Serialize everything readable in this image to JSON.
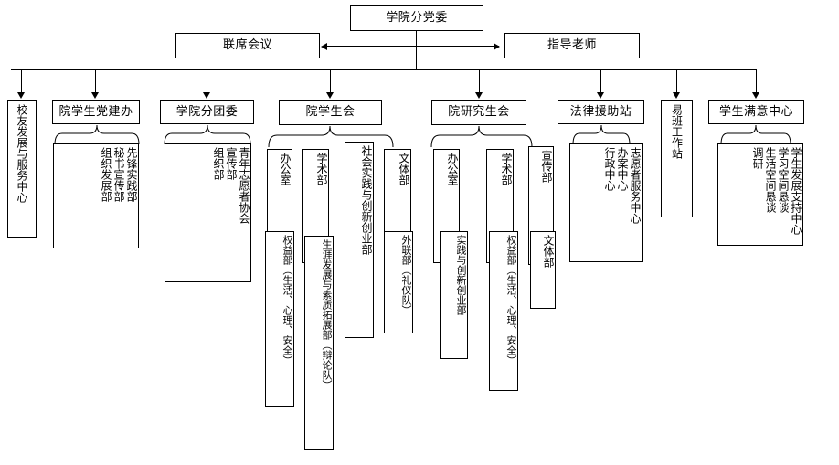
{
  "diagram": {
    "title": "学院分党委",
    "root": {
      "label": "学院分党委"
    },
    "peers": [
      {
        "id": "joint-meeting",
        "label": "联席会议"
      },
      {
        "id": "advisor",
        "label": "指导老师"
      }
    ],
    "connector": {
      "type": "double-arrow",
      "from": "联席会议",
      "to": "指导老师"
    },
    "units": [
      {
        "id": "alumni-center",
        "label": "校友发展与服务中心",
        "orientation": "vertical",
        "children": []
      },
      {
        "id": "party-building-office",
        "label": "院学生党建办",
        "orientation": "horizontal",
        "children": [
          {
            "label": "先锋实践部"
          },
          {
            "label": "秘书宣传部"
          },
          {
            "label": "组织发展部"
          }
        ]
      },
      {
        "id": "youth-league-committee",
        "label": "学院分团委",
        "orientation": "horizontal",
        "children": [
          {
            "label": "青年志愿者协会"
          },
          {
            "label": "宣传部"
          },
          {
            "label": "组织部"
          }
        ]
      },
      {
        "id": "student-union",
        "label": "院学生会",
        "orientation": "horizontal",
        "children": [
          {
            "label": "办公室"
          },
          {
            "label": "学术部"
          },
          {
            "label": "社会实践与创新创业部"
          },
          {
            "label": "文体部"
          },
          {
            "label": "权益部（生活、心理、安全）"
          },
          {
            "label": "生涯发展与素质拓展部（辩论队）"
          },
          {
            "label": "外联部（礼仪队）"
          }
        ]
      },
      {
        "id": "graduate-union",
        "label": "院研究生会",
        "orientation": "horizontal",
        "children": [
          {
            "label": "办公室"
          },
          {
            "label": "学术部"
          },
          {
            "label": "宣传部"
          },
          {
            "label": "实践与创新创业部"
          },
          {
            "label": "权益部（生活、心理、安全）"
          },
          {
            "label": "文体部"
          }
        ]
      },
      {
        "id": "legal-aid-station",
        "label": "法律援助站",
        "orientation": "horizontal",
        "children": [
          {
            "label": "志愿者服务中心"
          },
          {
            "label": "办案中心"
          },
          {
            "label": "行政中心"
          }
        ]
      },
      {
        "id": "yiban-workstation",
        "label": "易班工作站",
        "orientation": "vertical",
        "children": []
      },
      {
        "id": "student-satisfaction-center",
        "label": "学生满意中心",
        "orientation": "horizontal",
        "children": [
          {
            "label": "学生发展支持中心"
          },
          {
            "label": "学习空间恳谈"
          },
          {
            "label": "生活空间恳谈"
          },
          {
            "label": "调研"
          }
        ]
      }
    ],
    "colors": {
      "stroke": "#000000",
      "background": "#ffffff",
      "text": "#000000"
    }
  }
}
